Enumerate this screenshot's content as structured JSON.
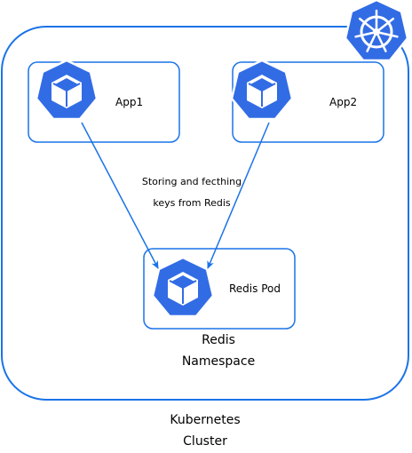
{
  "diagram": {
    "colors": {
      "outline": "#1a73e8",
      "icon_blue": "#326ce5",
      "text": "#000000",
      "background": "#ffffff"
    },
    "cluster": {
      "label_line1": "Kubernetes",
      "label_line2": "Cluster",
      "icon": "kubernetes-helm-icon"
    },
    "namespace": {
      "label_line1": "Redis",
      "label_line2": "Namespace"
    },
    "pods": [
      {
        "label": "App1",
        "icon": "pod-cube-icon"
      },
      {
        "label": "App2",
        "icon": "pod-cube-icon"
      },
      {
        "label": "Redis Pod",
        "icon": "pod-cube-icon"
      }
    ],
    "edge_label": {
      "line1": "Storing and fecthing",
      "line2": "keys from Redis"
    }
  }
}
